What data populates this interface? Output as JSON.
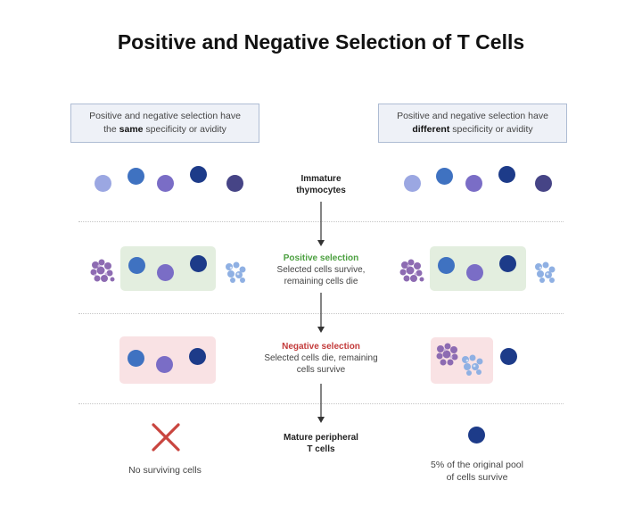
{
  "title": "Positive and Negative Selection of T Cells",
  "left_header": {
    "line1": "Positive and negative selection have",
    "prefix": "the ",
    "emphasis": "same",
    "suffix": " specificity or avidity"
  },
  "right_header": {
    "line1": "Positive and negative selection have",
    "emphasis": "different",
    "suffix": " specificity or avidity"
  },
  "stages": {
    "immature": {
      "line1": "Immature",
      "line2": "thymocytes"
    },
    "positive": {
      "heading": "Positive selection",
      "line1": "Selected cells survive,",
      "line2": "remaining cells die"
    },
    "negative": {
      "heading": "Negative selection",
      "line1": "Selected cells die, remaining",
      "line2": "cells survive"
    },
    "mature": {
      "line1": "Mature peripheral",
      "line2": "T cells"
    }
  },
  "outcomes": {
    "left": "No surviving cells",
    "right_line1": "5% of the original pool",
    "right_line2": "of cells survive"
  },
  "colors": {
    "cell_light": "#9ba7e2",
    "cell_blue": "#3f72c1",
    "cell_purple": "#7a6dc6",
    "cell_navy": "#1d3b89",
    "cell_indigo": "#464486",
    "positive_green": "#4ca040",
    "negative_red": "#c33b3b",
    "cross_red": "#c9453f"
  }
}
